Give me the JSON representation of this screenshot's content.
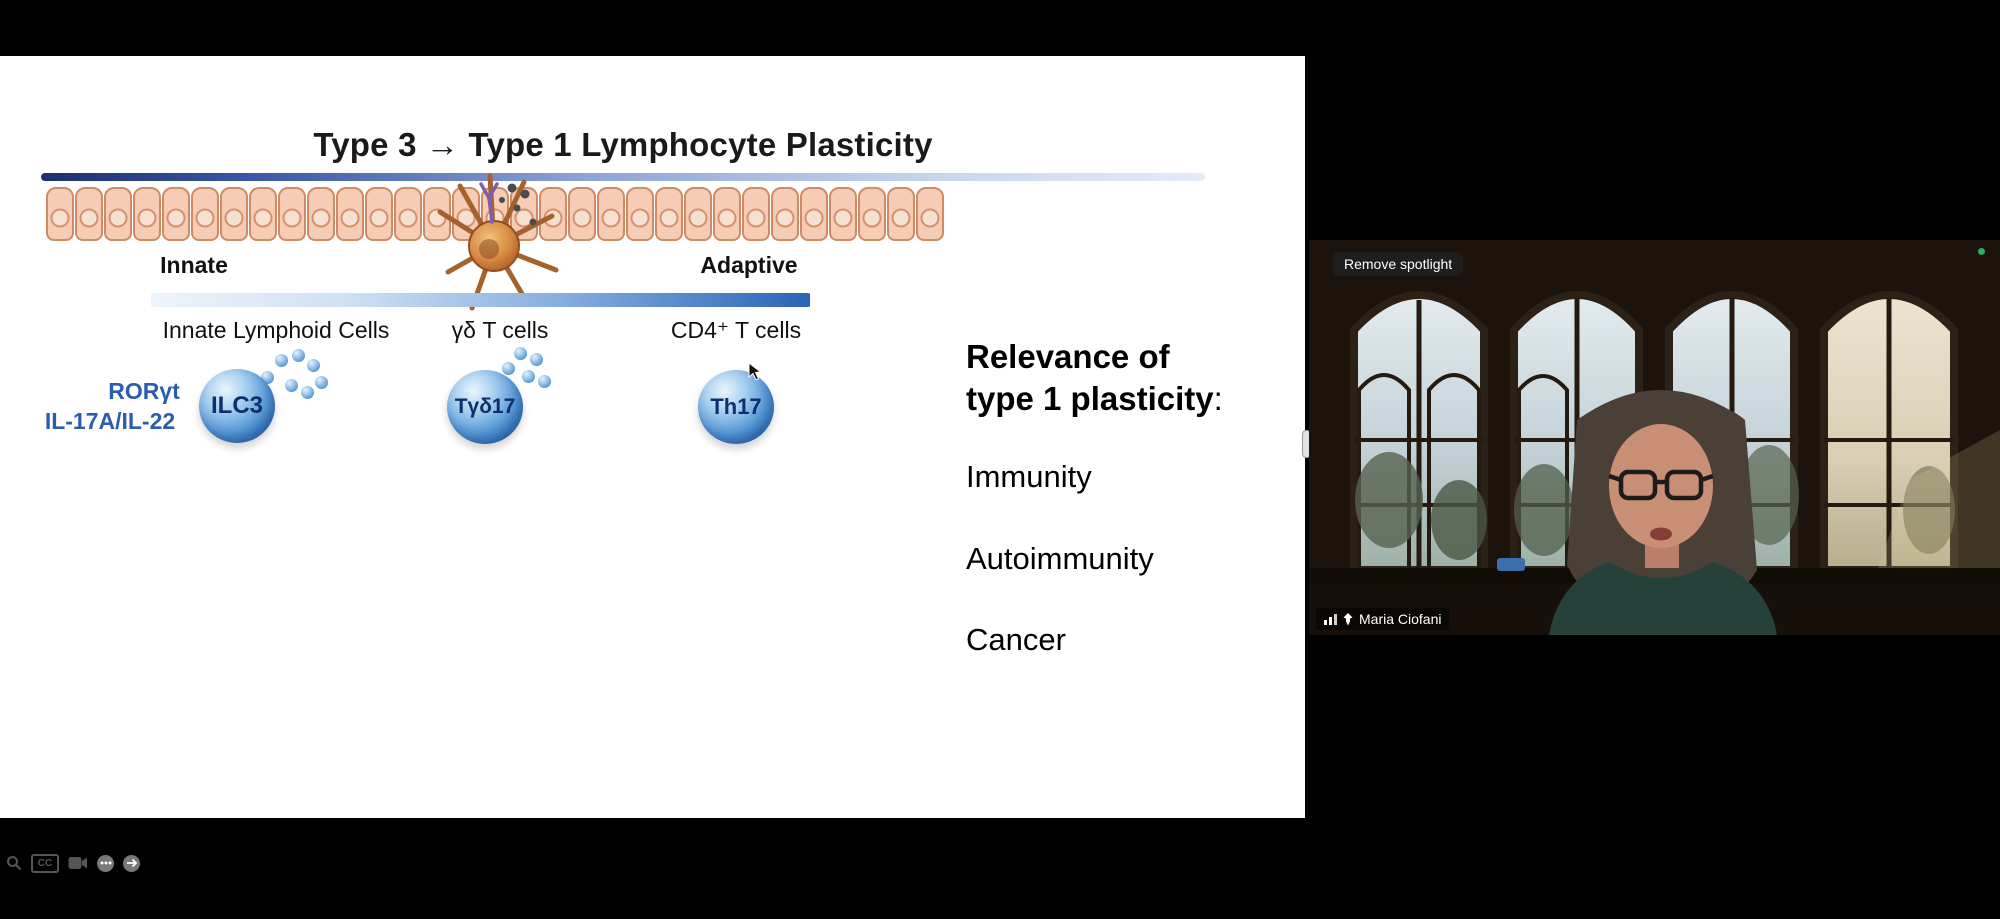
{
  "slide": {
    "title": "Type 3 → Type 1 Lymphocyte Plasticity",
    "innate_label": "Innate",
    "adaptive_label": "Adaptive",
    "columns": {
      "ilc": "Innate Lymphoid Cells",
      "gdt": "γδ T cells",
      "cd4": "CD4⁺ T cells"
    },
    "markers": {
      "line1": "RORγt",
      "line2": "IL-17A/IL-22"
    },
    "cells": {
      "ilc3": "ILC3",
      "tgd17": "Tγδ17",
      "th17": "Th17"
    },
    "relevance": {
      "heading_line1": "Relevance of",
      "heading_line2": "type 1 plasticity",
      "colon": ":",
      "items": [
        "Immunity",
        "Autoimmunity",
        "Cancer"
      ]
    }
  },
  "toolbar": {
    "cc_label": "CC"
  },
  "video": {
    "spotlight_button": "Remove spotlight",
    "participant": "Maria Ciofani"
  },
  "colors": {
    "accent_blue": "#2a5db0",
    "sphere_blue": "#3f86cf",
    "slide_bg": "#ffffff",
    "bg": "#000000",
    "status_green": "#27ae60"
  }
}
